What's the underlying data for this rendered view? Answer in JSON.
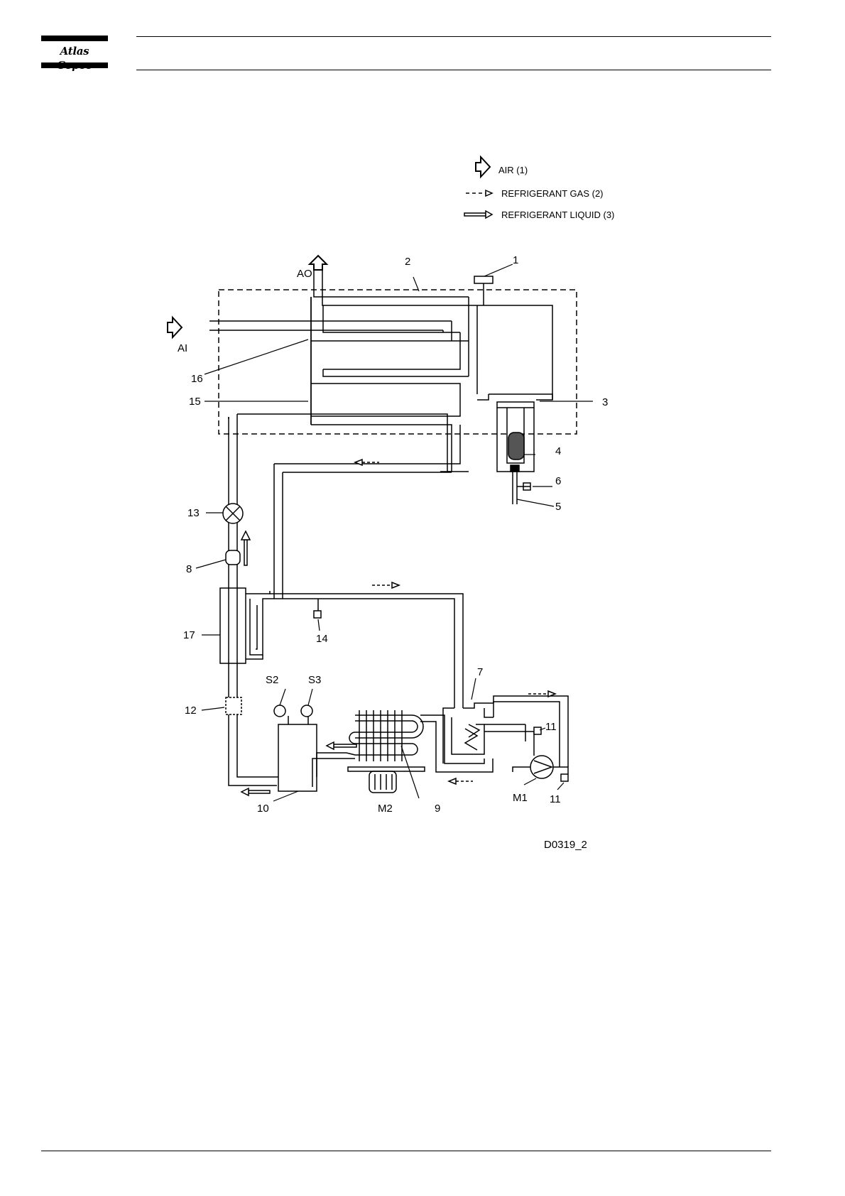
{
  "header": {
    "brand": "Atlas Copco"
  },
  "legend": {
    "air": "AIR (1)",
    "refrigerant_gas": "REFRIGERANT GAS (2)",
    "refrigerant_liquid": "REFRIGERANT LIQUID (3)"
  },
  "labels": {
    "air_outlet": "AO",
    "air_inlet": "AI",
    "n1": "1",
    "n2": "2",
    "n3": "3",
    "n4": "4",
    "n5": "5",
    "n6": "6",
    "n7": "7",
    "n8": "8",
    "n9": "9",
    "n10": "10",
    "n11a": "11",
    "n11b": "11",
    "n12": "12",
    "n13": "13",
    "n14": "14",
    "n15": "15",
    "n16": "16",
    "n17": "17",
    "s2": "S2",
    "s3": "S3",
    "m1": "M1",
    "m2": "M2"
  },
  "drawing_code": "D0319_2"
}
